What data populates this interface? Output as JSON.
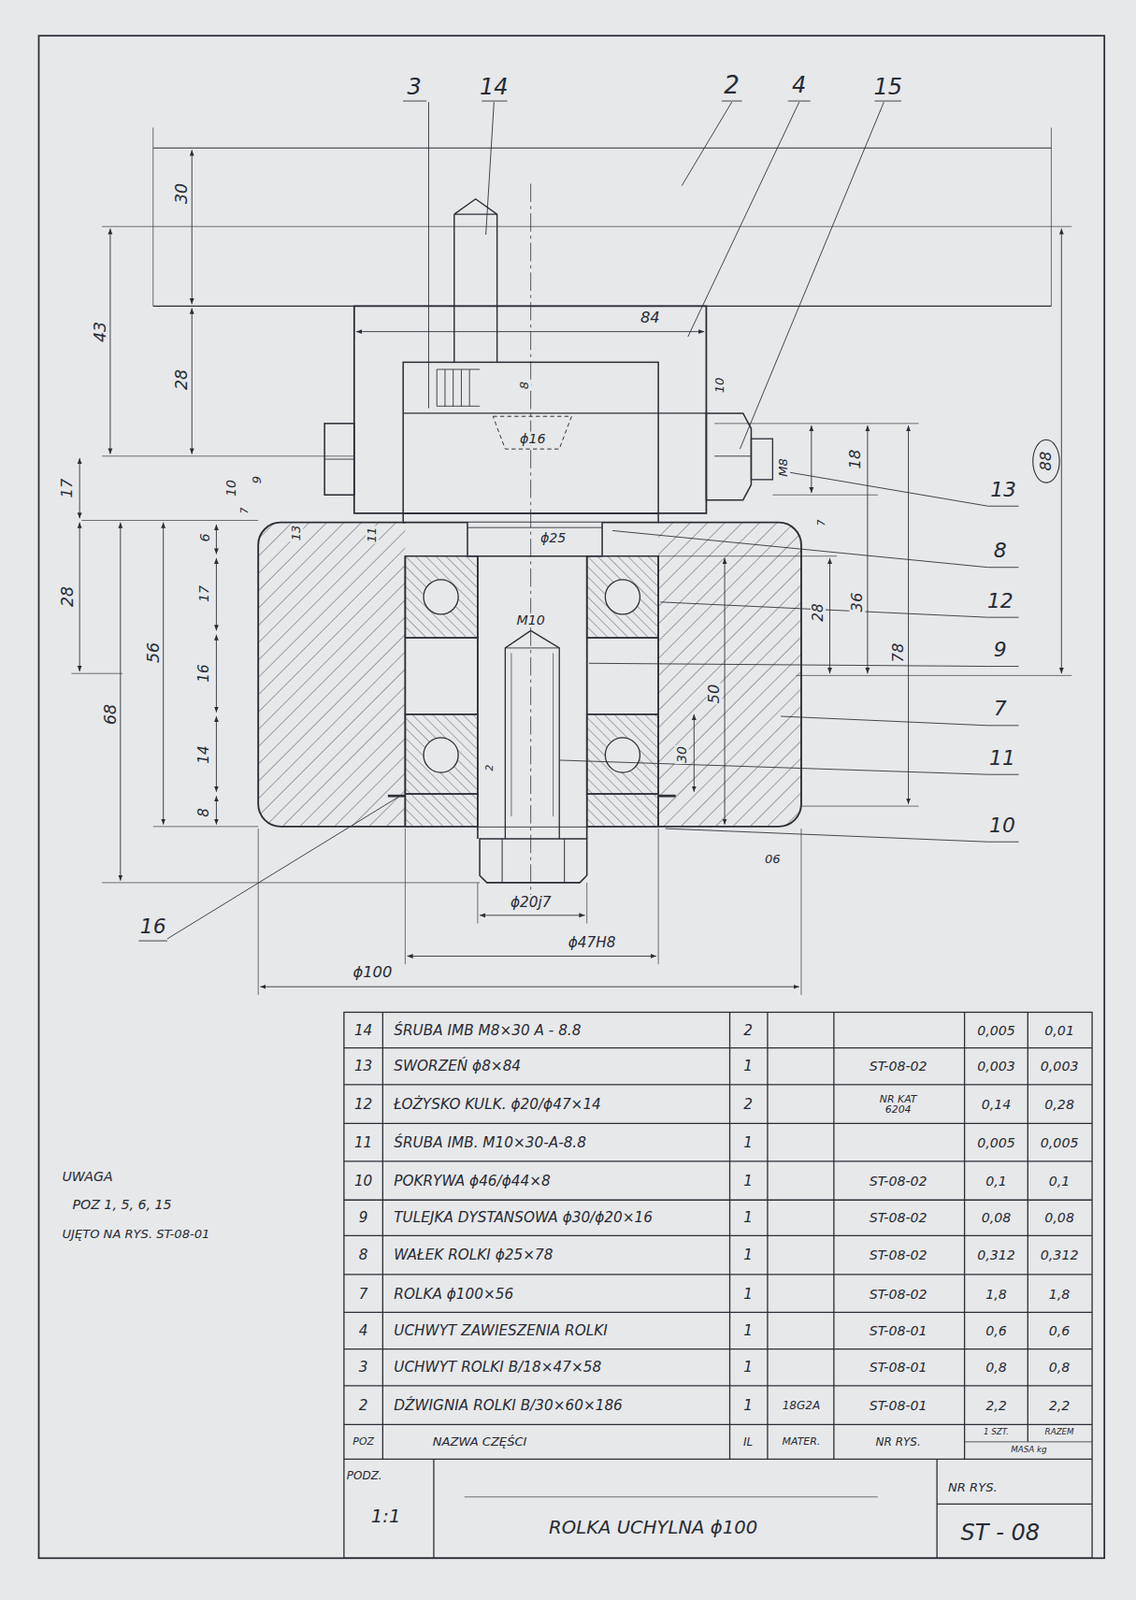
{
  "diagram": {
    "labels": [
      "3",
      "14",
      "2",
      "4",
      "15",
      "30",
      "43",
      "28",
      "84",
      "8",
      "10",
      "ϕ16",
      "M8",
      "18",
      "13",
      "88",
      "17",
      "10",
      "9",
      "7",
      "6",
      "13",
      "11",
      "ϕ25",
      "7",
      "8",
      "28",
      "17",
      "28",
      "36",
      "12",
      "56",
      "M10",
      "78",
      "9",
      "16",
      "50",
      "68",
      "7",
      "14",
      "30",
      "2",
      "11",
      "8",
      "10",
      "06",
      "ϕ20j7",
      "16",
      "ϕ47H8",
      "ϕ100",
      "UWAGA",
      "POZ 1, 5, 6, 15",
      "UJĘTO NA RYS. ST-08-01",
      "14",
      "ŚRUBA IMB M8×30 A - 8.8",
      "2",
      "0,005",
      "0,01",
      "13",
      "SWORZEŃ ϕ8×84",
      "1",
      "ST-08-02",
      "0,003",
      "0,003",
      "12",
      "ŁOŻYSKO KULK. ϕ20/ϕ47×14",
      "2",
      "NR KAT 6204",
      "0,14",
      "0,28",
      "11",
      "ŚRUBA IMB. M10×30-A-8.8",
      "1",
      "0,005",
      "0,005",
      "10",
      "POKRYWA ϕ46/ϕ44×8",
      "1",
      "ST-08-02",
      "0,1",
      "0,1",
      "9",
      "TULEJKA DYSTANSOWA ϕ30/ϕ20×16",
      "1",
      "ST-08-02",
      "0,08",
      "0,08",
      "8",
      "WAŁEK ROLKI ϕ25×78",
      "1",
      "ST-08-02",
      "0,312",
      "0,312",
      "7",
      "ROLKA ϕ100×56",
      "1",
      "ST-08-02",
      "1,8",
      "1,8",
      "4",
      "UCHWYT ZAWIESZENIA ROLKI",
      "1",
      "ST-08-01",
      "0,6",
      "0,6",
      "3",
      "UCHWYT ROLKI B/18×47×58",
      "1",
      "ST-08-01",
      "0,8",
      "0,8",
      "2",
      "DŹWIGNIA ROLKI B/30×60×186",
      "1",
      "18G2A",
      "ST-08-01",
      "2,2",
      "2,2",
      "POZ",
      "NAZWA CZĘŚCI",
      "IL",
      "MATER.",
      "NR RYS.",
      "1 SZT.",
      "RAZEM",
      "MASA kg",
      "PODZ.",
      "1:1",
      "ROLKA UCHYLNA ϕ100",
      "NR RYS.",
      "ST - 08"
    ]
  }
}
